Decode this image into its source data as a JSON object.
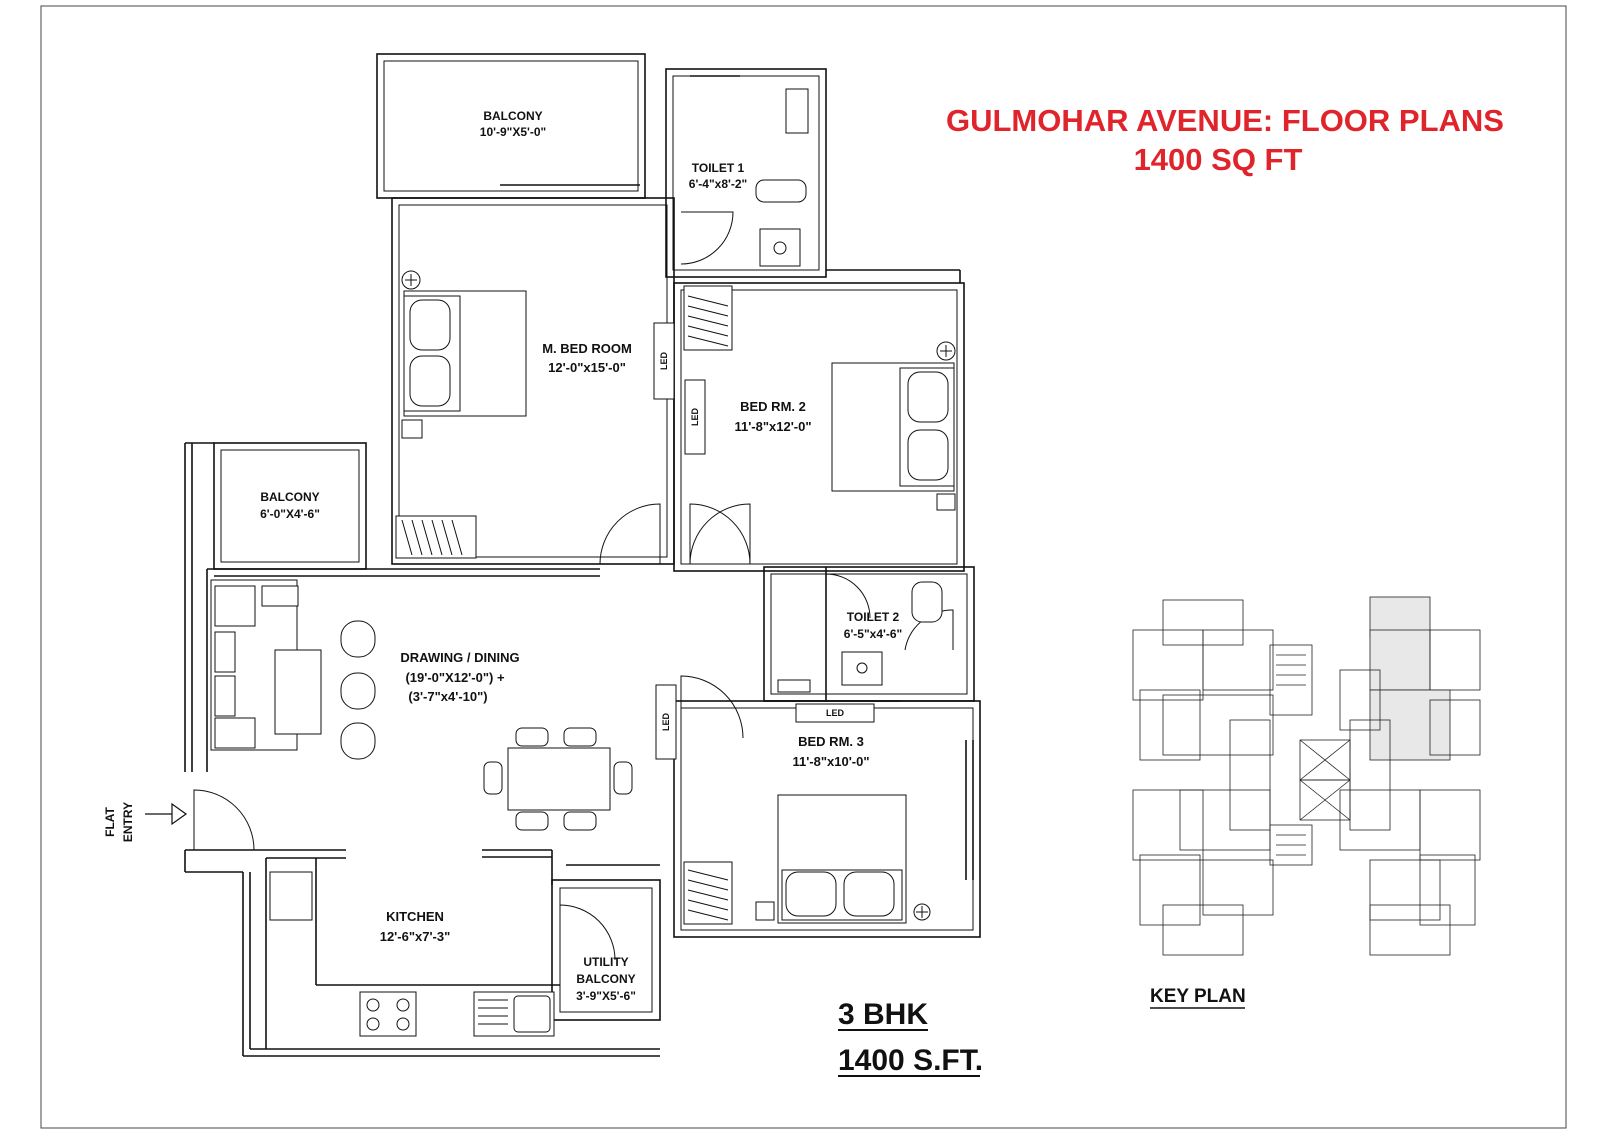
{
  "title": {
    "line1": "GULMOHAR AVENUE: FLOOR PLANS",
    "line2": "1400 SQ FT",
    "color": "#e0242c"
  },
  "rooms": {
    "balcony_top": {
      "name": "BALCONY",
      "size": "10'-9\"X5'-0\""
    },
    "toilet1": {
      "name": "TOILET 1",
      "size": "6'-4\"x8'-2\""
    },
    "master_bed": {
      "name": "M. BED ROOM",
      "size": "12'-0\"x15'-0\""
    },
    "bed2": {
      "name": "BED RM. 2",
      "size": "11'-8\"x12'-0\""
    },
    "balcony_left": {
      "name": "BALCONY",
      "size": "6'-0\"X4'-6\""
    },
    "drawing": {
      "name": "DRAWING / DINING",
      "size1": "(19'-0\"X12'-0\") +",
      "size2": "(3'-7\"x4'-10\")"
    },
    "toilet2": {
      "name": "TOILET 2",
      "size": "6'-5\"x4'-6\""
    },
    "bed3": {
      "name": "BED RM. 3",
      "size": "11'-8\"x10'-0\""
    },
    "kitchen": {
      "name": "KITCHEN",
      "size": "12'-6\"x7'-3\""
    },
    "utility": {
      "name1": "UTILITY",
      "name2": "BALCONY",
      "size": "3'-9\"X5'-6\""
    }
  },
  "led_label": "LED",
  "entry": {
    "line1": "FLAT",
    "line2": "ENTRY"
  },
  "unit": {
    "type": "3 BHK",
    "area": "1400 S.FT."
  },
  "key_plan_label": "KEY PLAN"
}
